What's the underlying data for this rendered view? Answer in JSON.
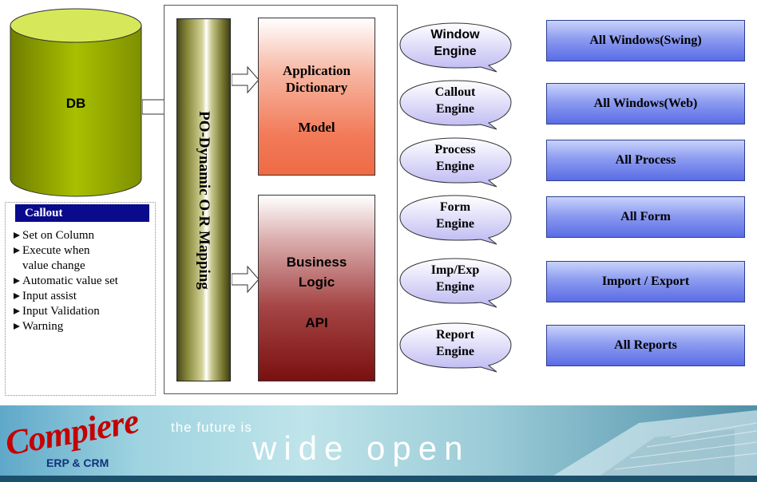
{
  "db": {
    "label": "DB"
  },
  "callout": {
    "title": "Callout",
    "items": [
      "Set on Column",
      "Execute when",
      "value change",
      "Automatic value set",
      "Input assist",
      "Input Validation",
      "Warning"
    ]
  },
  "mapping": {
    "label": "PO-Dynamic O-R Mapping"
  },
  "app_dictionary": {
    "line1": "Application",
    "line2": "Dictionary",
    "line3": "Model"
  },
  "business_logic": {
    "line1": "Business",
    "line2": "Logic",
    "line3": "API"
  },
  "engines": [
    {
      "line1": "Window",
      "line2": "Engine"
    },
    {
      "line1": "Callout",
      "line2": "Engine"
    },
    {
      "line1": "Process",
      "line2": "Engine"
    },
    {
      "line1": "Form",
      "line2": "Engine"
    },
    {
      "line1": "Imp/Exp",
      "line2": "Engine"
    },
    {
      "line1": "Report",
      "line2": "Engine"
    }
  ],
  "outputs": [
    "All Windows(Swing)",
    "All Windows(Web)",
    "All Process",
    "All Form",
    "Import / Export",
    "All Reports"
  ],
  "banner": {
    "logo": "Compiere",
    "logo_sub": "ERP & CRM",
    "tagline_top": "the future is",
    "tagline_main": "wide open"
  },
  "colors": {
    "db_green": "#a8c000",
    "callout_header": "#0a0a8c",
    "app_dict_orange": "#ed6b45",
    "business_red": "#7a1010",
    "engine_lilac": "#c7c3f5",
    "output_blue": "#5a6ce6"
  }
}
